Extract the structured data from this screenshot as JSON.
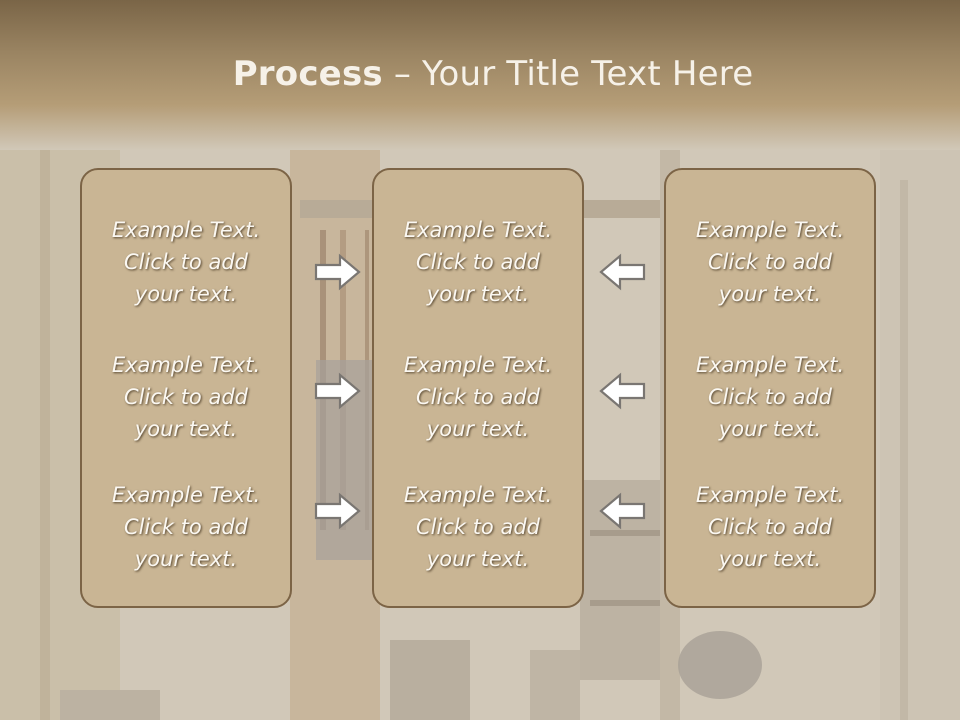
{
  "slide": {
    "title_bold": "Process",
    "title_rest": " – Your Title Text Here"
  },
  "columns": [
    {
      "items": [
        {
          "line1": "Example Text.",
          "line2": "Click  to add",
          "line3": "your text."
        },
        {
          "line1": "Example Text.",
          "line2": "Click  to add",
          "line3": "your text."
        },
        {
          "line1": "Example Text.",
          "line2": "Click  to add",
          "line3": "your text."
        }
      ]
    },
    {
      "items": [
        {
          "line1": "Example Text.",
          "line2": "Click  to add",
          "line3": "your text."
        },
        {
          "line1": "Example Text.",
          "line2": "Click  to add",
          "line3": "your text."
        },
        {
          "line1": "Example Text.",
          "line2": "Click  to add",
          "line3": "your text."
        }
      ]
    },
    {
      "items": [
        {
          "line1": "Example Text.",
          "line2": "Click  to add",
          "line3": "your text."
        },
        {
          "line1": "Example Text.",
          "line2": "Click  to add",
          "line3": "your text."
        },
        {
          "line1": "Example Text.",
          "line2": "Click  to add",
          "line3": "your text."
        }
      ]
    }
  ],
  "arrows": {
    "left_group": "right-arrow-icon",
    "right_group": "left-arrow-icon"
  },
  "colors": {
    "box_fill": "#c9b594",
    "box_border": "#7c6446",
    "title_text": "#f6f1e8",
    "arrow_fill": "#ffffff",
    "arrow_stroke": "#7a7672"
  }
}
